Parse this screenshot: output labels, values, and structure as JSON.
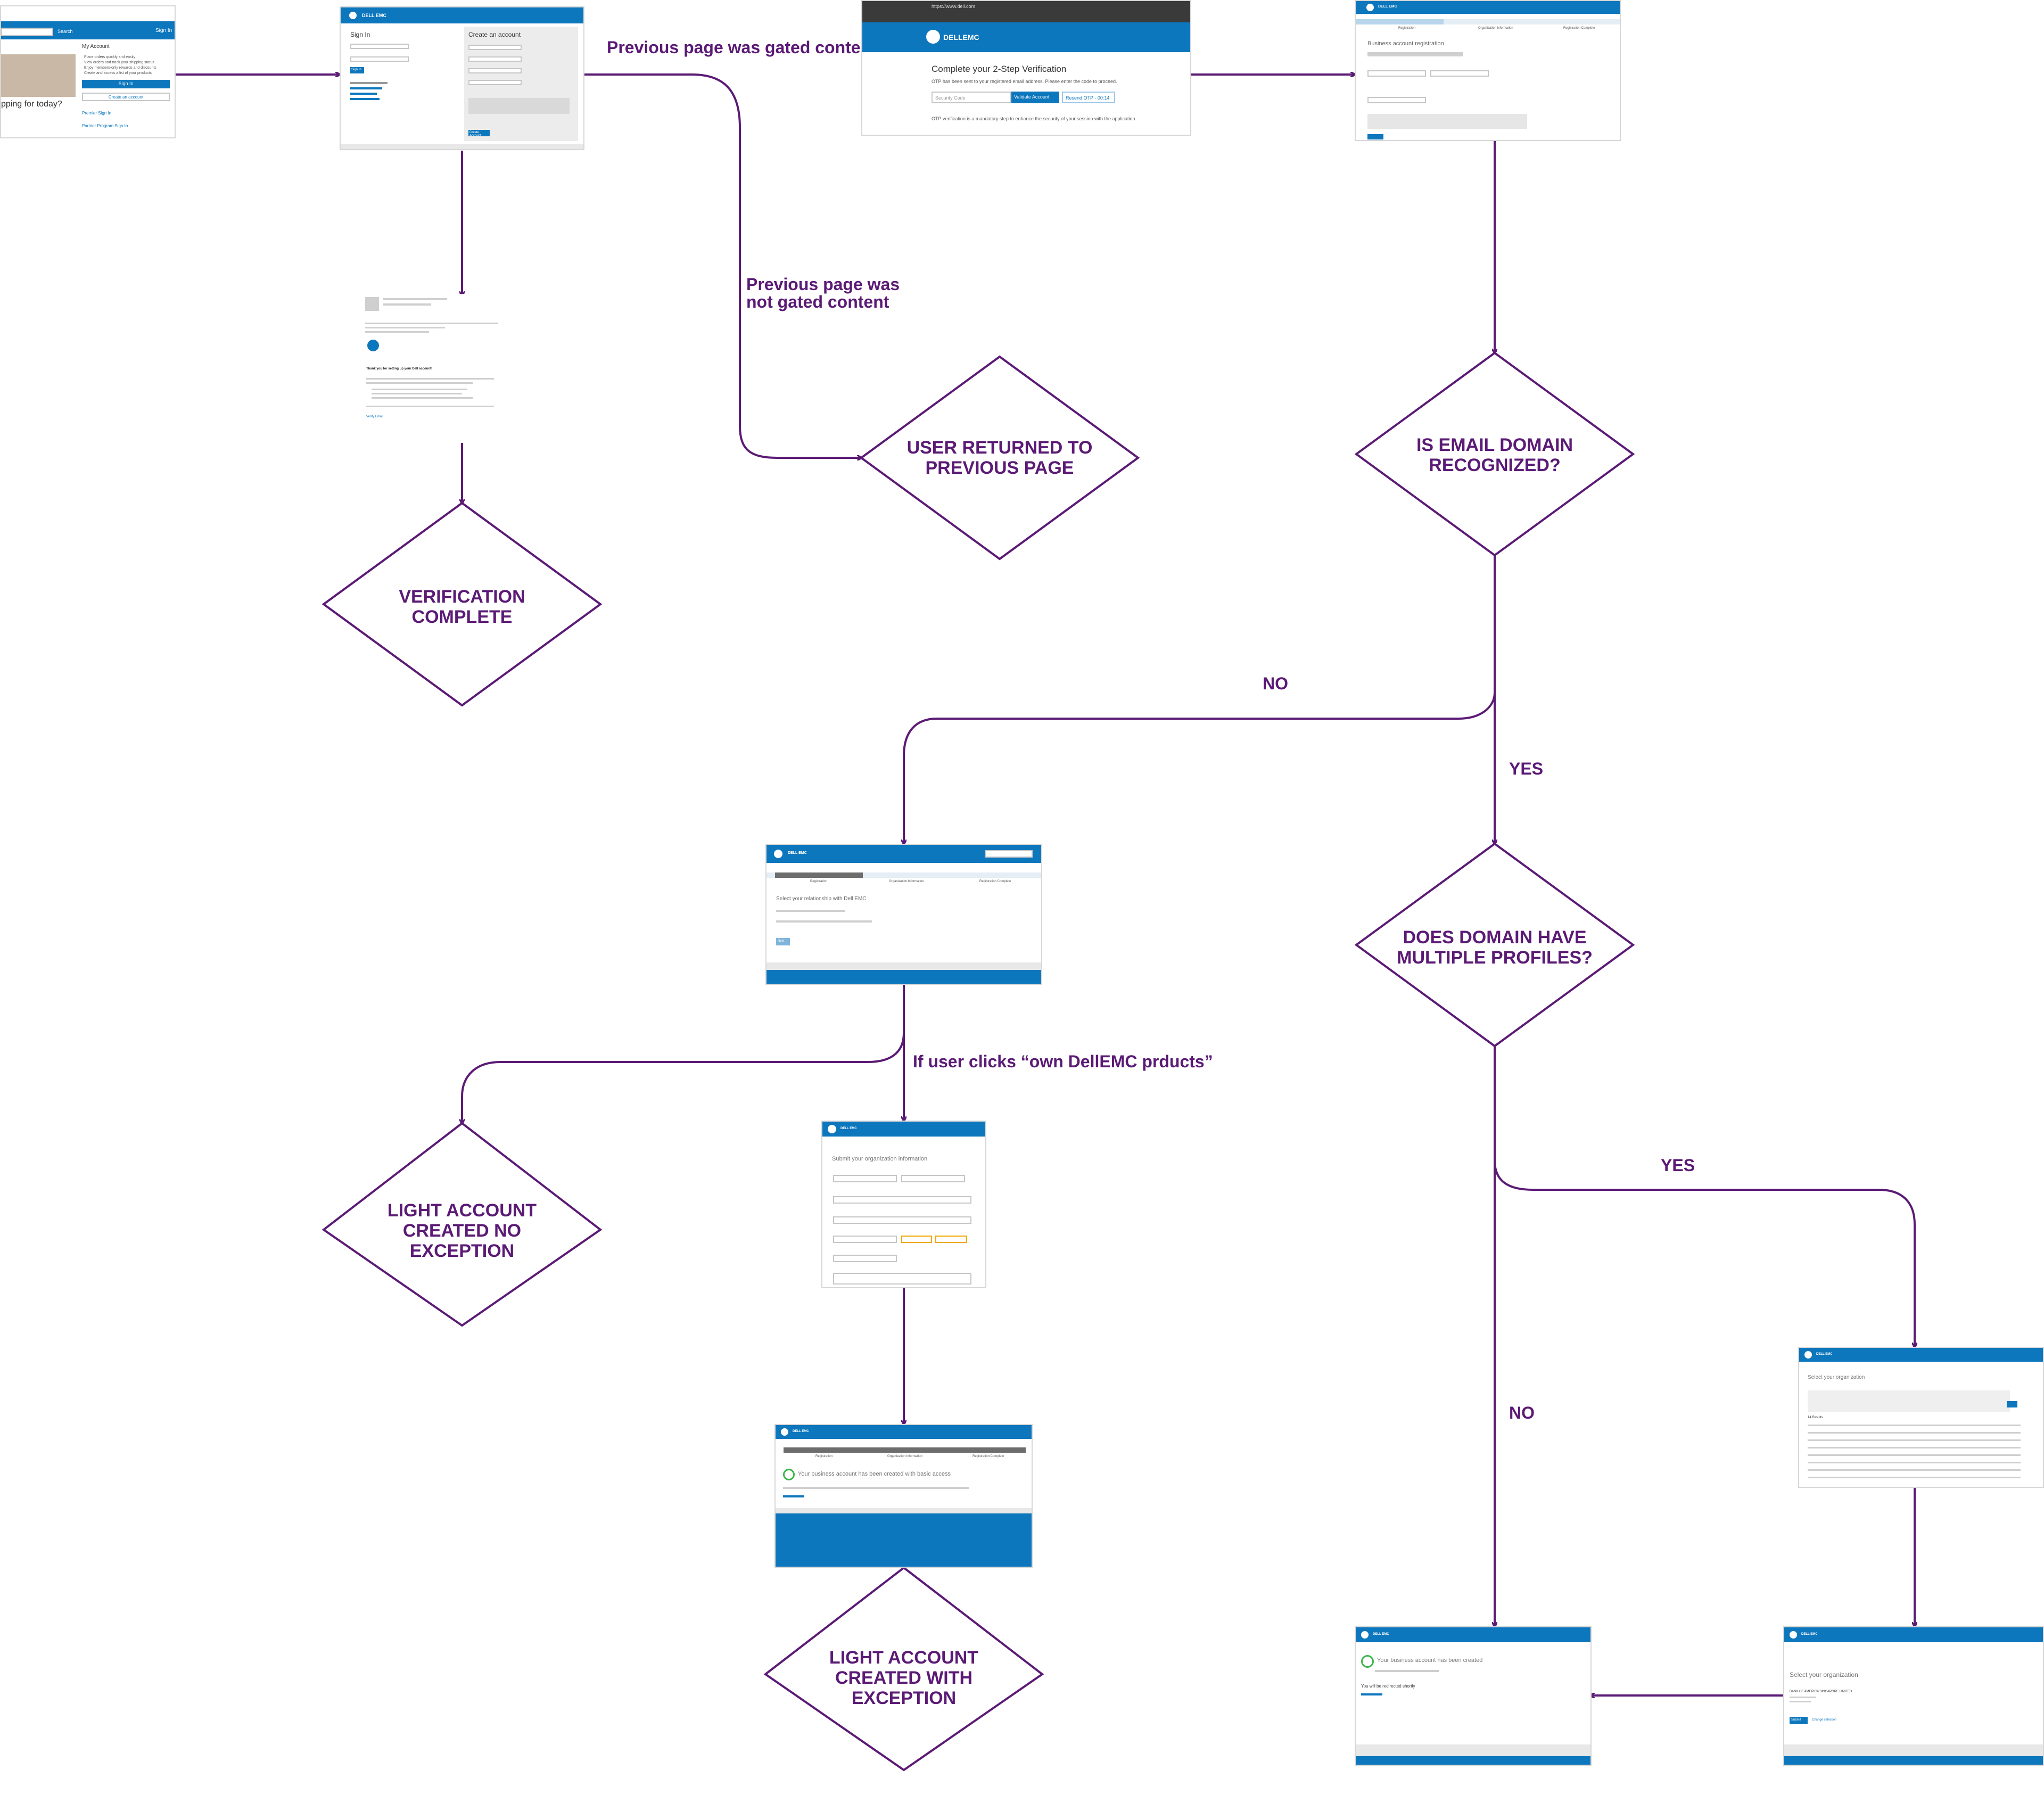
{
  "colors": {
    "accent": "#5b1a75",
    "dell_blue": "#0d77bd"
  },
  "labels": {
    "gated": "Previous page was gated content",
    "not_gated_1": "Previous page was",
    "not_gated_2": "not gated content",
    "no_1": "NO",
    "yes_1": "YES",
    "yes_2": "YES",
    "no_2": "NO",
    "clicks_own": "If user clicks “own DellEMC prducts”"
  },
  "decisions": {
    "user_returned": [
      "USER RETURNED TO",
      "PREVIOUS PAGE"
    ],
    "email_domain": [
      "IS EMAIL DOMAIN",
      "RECOGNIZED?"
    ],
    "verification": [
      "VERIFICATION",
      "COMPLETE"
    ],
    "multiple_profiles": [
      "DOES DOMAIN HAVE",
      "MULTIPLE PROFILES?"
    ],
    "light_no_exception": [
      "LIGHT ACCOUNT",
      "CREATED NO",
      "EXCEPTION"
    ],
    "light_with_exception": [
      "LIGHT ACCOUNT",
      "CREATED WITH",
      "EXCEPTION"
    ]
  },
  "screens": {
    "home": {
      "search_btn": "Search",
      "sign_in": "Sign In",
      "my_account": "My Account",
      "shopping": "pping for today?",
      "bullets": [
        "Place orders quickly and easily",
        "View orders and track your shipping status",
        "Enjoy members-only rewards and discounts",
        "Create and access a list of your products"
      ],
      "signin_btn": "Sign In",
      "create_btn": "Create an account",
      "premier": "Premier Sign In",
      "partner": "Partner Program Sign In"
    },
    "signin": {
      "brand": "DELL EMC",
      "signin_title": "Sign In",
      "create_title": "Create an account",
      "signin_btn": "Sign In",
      "create_btn": "Create Account"
    },
    "otp": {
      "browser_url": "https://www.dell.com",
      "brand": "DELLEMC",
      "title": "Complete your 2-Step Verification",
      "desc": "OTP has been sent to your registered email address. Please enter the code to proceed.",
      "code_placeholder": "Security Code",
      "validate_btn": "Validate Account",
      "resend": "Resend OTP - 00:14",
      "note": "OTP verification is a mandatory step to enhance the security of your session with the application"
    },
    "biz_reg": {
      "brand": "DELL EMC",
      "steps": [
        "Registration",
        "Organization Information",
        "Registration Complete"
      ],
      "title": "Business account registration"
    },
    "email": {
      "subject": "Thank you for setting up your Dell account!",
      "verify": "Verify Email"
    },
    "relationship": {
      "brand": "DELL EMC",
      "steps": [
        "Registration",
        "Organization Information",
        "Registration Complete"
      ],
      "title": "Select your relationship with Dell EMC",
      "btn": "Next"
    },
    "org_info": {
      "brand": "DELL EMC",
      "title": "Submit your organization information"
    },
    "created_basic": {
      "brand": "DELL EMC",
      "steps": [
        "Registration",
        "Organization Information",
        "Registration Complete"
      ],
      "message": "Your business account has been created with basic access"
    },
    "select_org_list": {
      "brand": "DELL EMC",
      "title": "Select your organization",
      "results": "14 Results"
    },
    "created": {
      "brand": "DELL EMC",
      "message": "Your business account has been created",
      "redirect": "You will be redirected shortly"
    },
    "select_org": {
      "brand": "DELL EMC",
      "title": "Select your organization",
      "address": "BANK OF AMERICA SINGAPORE LIMITED",
      "btn": "Submit",
      "change": "Change selection"
    }
  }
}
